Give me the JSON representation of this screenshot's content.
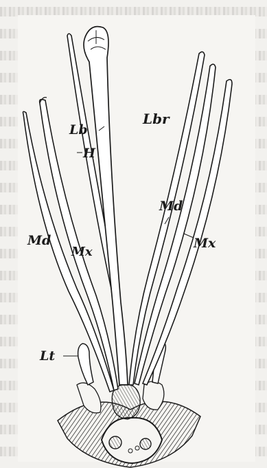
{
  "figure": {
    "labels": {
      "lb": "Lb",
      "lbr": "Lbr",
      "h": "H",
      "md_right": "Md",
      "mx_right": "Mx",
      "md_left": "Md",
      "mx_left": "Mx",
      "lt": "Lt"
    }
  },
  "colors": {
    "ink": "#1b1b1b",
    "paper": "#f6f5f2",
    "background_text": "#cfcdca"
  }
}
